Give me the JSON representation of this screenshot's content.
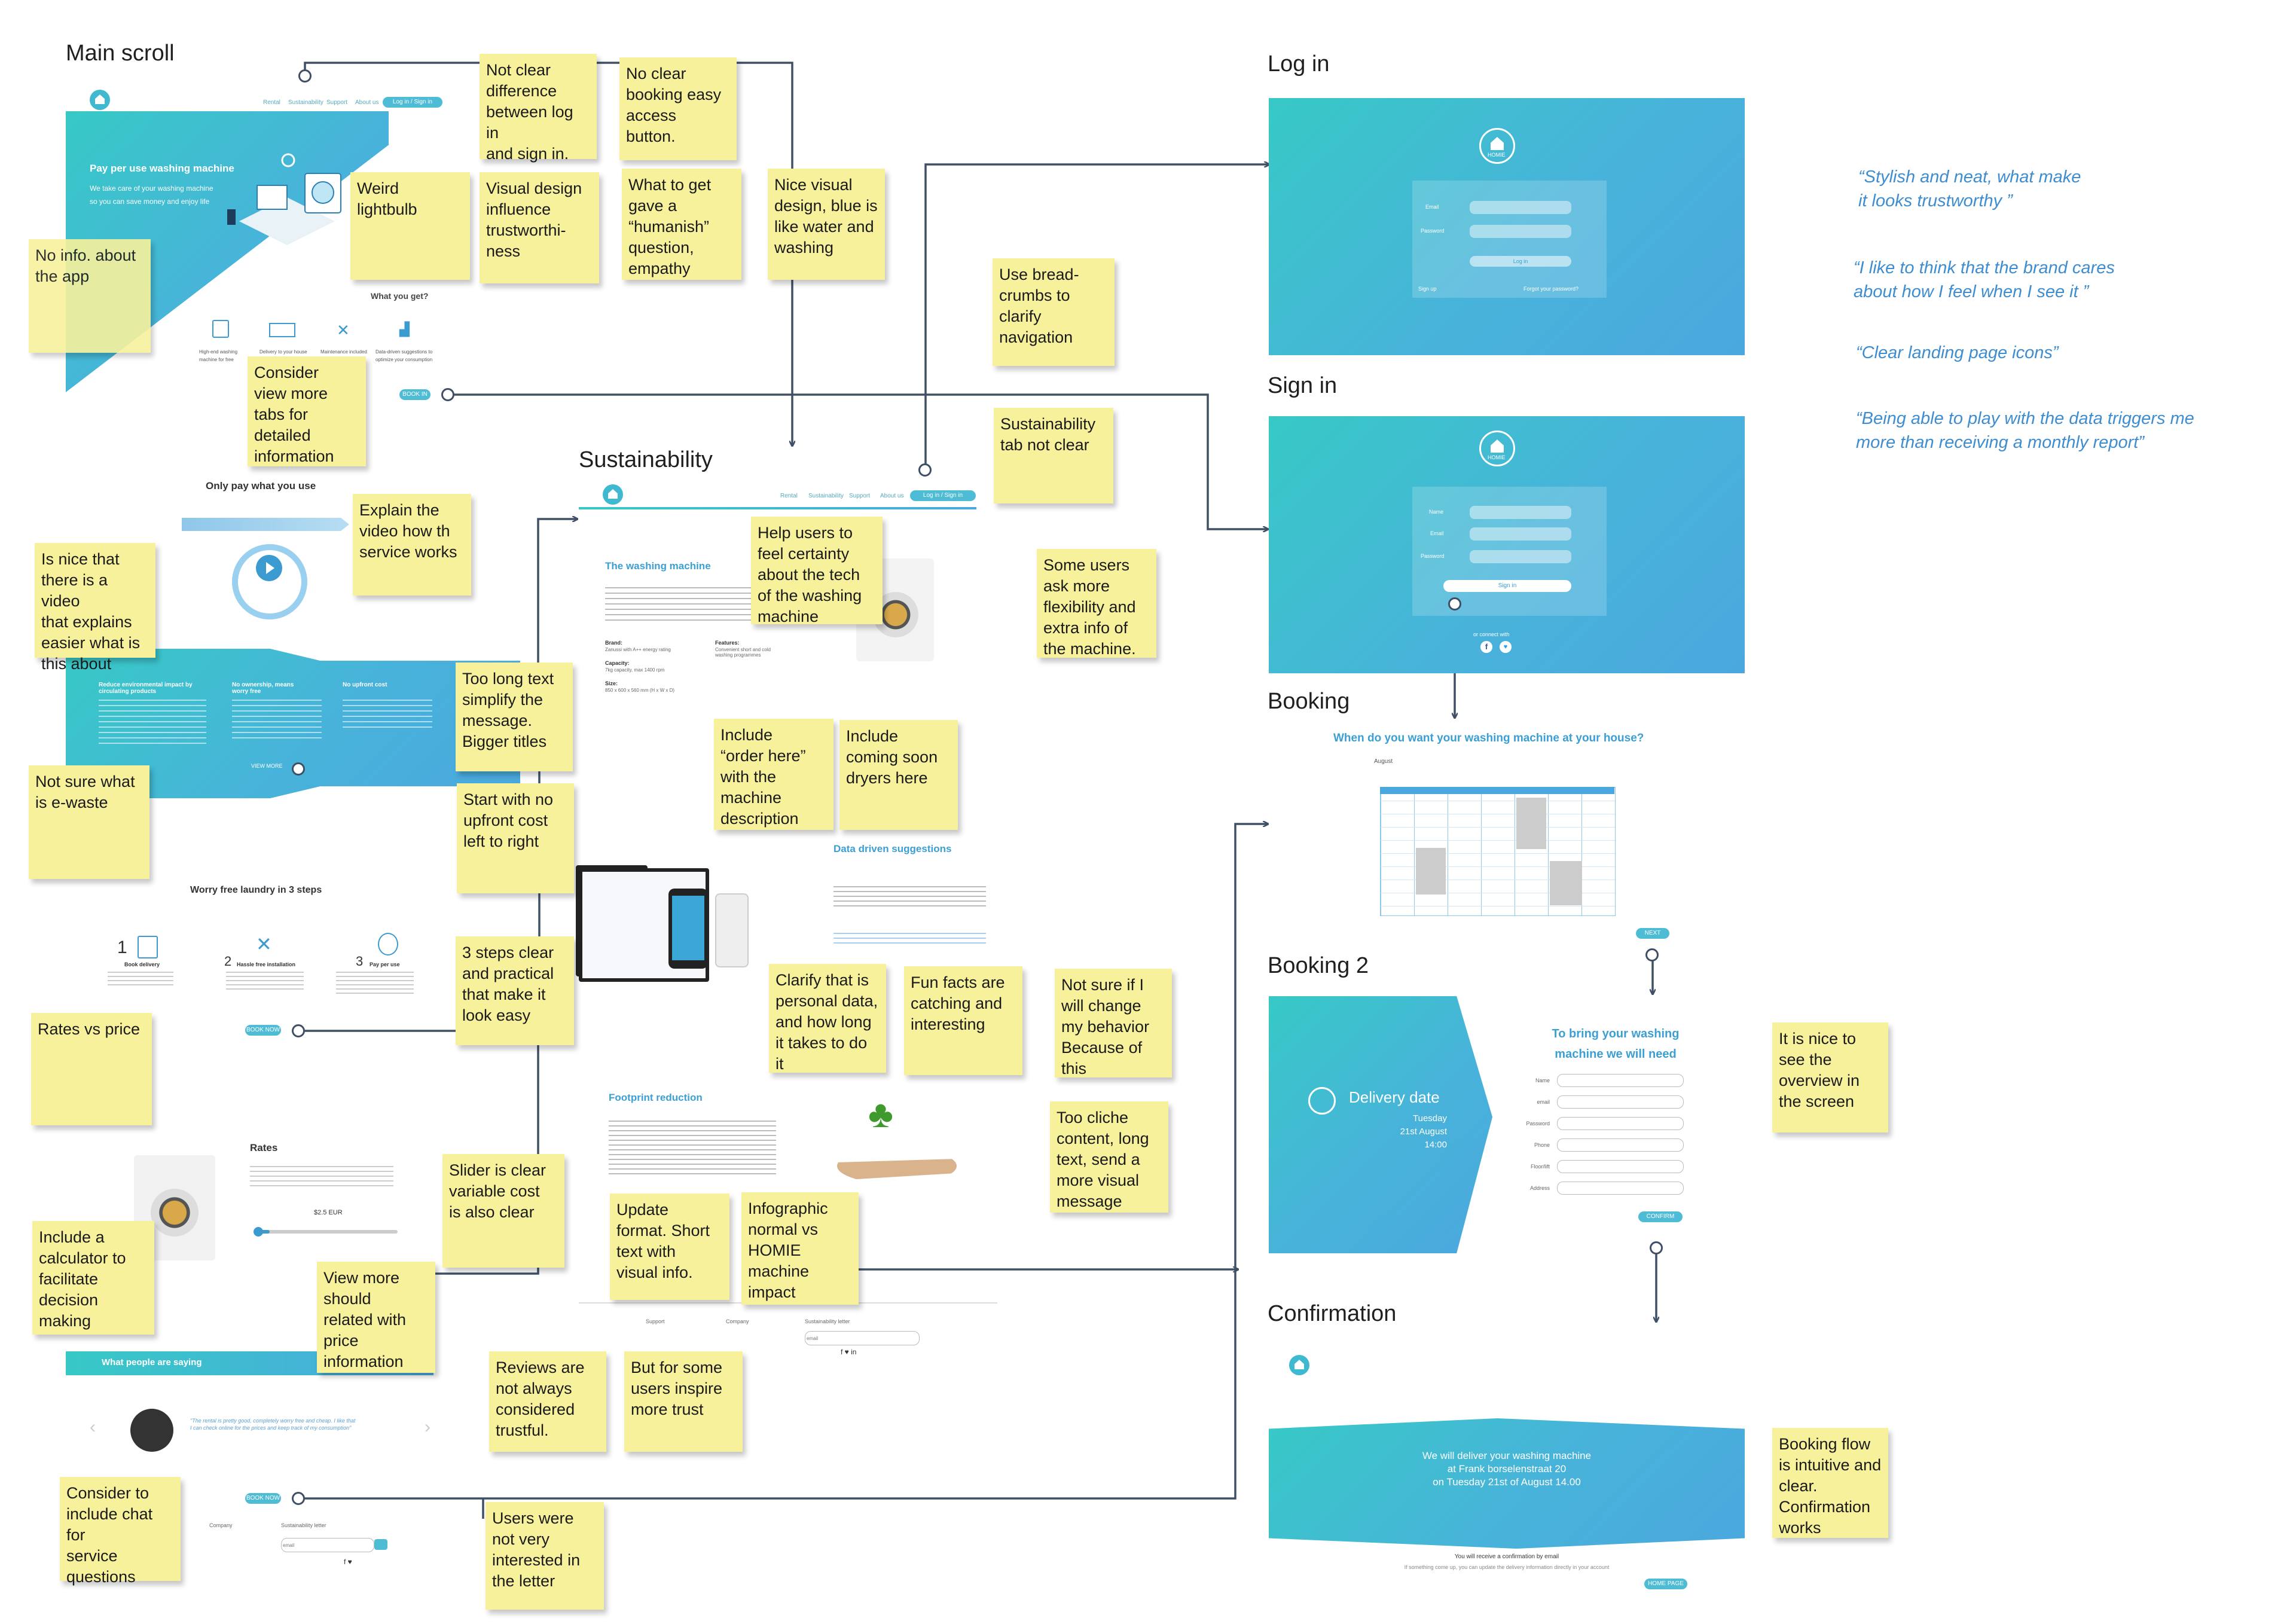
{
  "sections": {
    "main_scroll": "Main scroll",
    "log_in": "Log in",
    "sign_in": "Sign in",
    "sustainability": "Sustainability",
    "booking": "Booking",
    "booking2": "Booking 2",
    "confirmation": "Confirmation"
  },
  "mock_main": {
    "nav": [
      "Rental",
      "Sustainability",
      "Support",
      "About us"
    ],
    "login_btn": "Log in",
    "signin_btn": "Sign in",
    "hero_title": "Pay per use washing machine",
    "hero_sub": "We take care of your washing machine\nso you can save money and enjoy life",
    "what_you_get": "What you get?",
    "features": [
      "High-end washing machine for free",
      "Delivery to your house and installation",
      "Maintenance included",
      "Data-driven suggestions to optimize your consumption"
    ],
    "book_in": "BOOK IN",
    "only_pay": "Only pay what you use",
    "band_titles": [
      "Reduce environmental impact by circulating products",
      "No ownership, means worry free",
      "No upfront cost"
    ],
    "view_more": "VIEW MORE",
    "worry_free": "Worry free laundry in 3 steps",
    "steps": [
      "Book delivery",
      "Hassle free installation",
      "Pay per use"
    ],
    "book_now": "BOOK NOW",
    "rates": "Rates",
    "price": "$2.5 EUR",
    "people_saying": "What people are saying",
    "testimonial": "\"The rental is pretty good, completely worry free and cheap. I like that I can check online for the prices and keep track of my consumption\"",
    "footer_cols": [
      "Support",
      "Company",
      "Sustainability letter"
    ],
    "email_ph": "email"
  },
  "mock_sus": {
    "washing_machine": "The washing machine",
    "brand": "Brand:",
    "brand_val": "Zanussi with A++ energy rating",
    "capacity": "Capacity:",
    "capacity_val": "7kg capacity, max 1400 rpm",
    "size": "Size:",
    "size_val": "850 x 600 x 560 mm (H x W x D)",
    "features": "Features:",
    "features_val": "Convenient short and cold washing programmes",
    "data_driven": "Data driven suggestions",
    "footprint": "Footprint reduction"
  },
  "mock_login": {
    "brand": "HOMIE",
    "email": "Email",
    "password": "Password",
    "button": "Log in",
    "signup": "Sign up",
    "forgot": "Forgot your password?"
  },
  "mock_signin": {
    "brand": "HOMIE",
    "name": "Name",
    "email": "Email",
    "password": "Password",
    "button": "Sign in",
    "connect": "or connect with"
  },
  "mock_booking": {
    "question": "When do you want your washing machine at your house?",
    "month": "August",
    "next": "NEXT"
  },
  "mock_booking2": {
    "delivery": "Delivery date",
    "day": "Tuesday",
    "date": "21st August",
    "time": "14:00",
    "need_title": "To bring your washing\nmachine we will need",
    "fields": [
      "Name",
      "email",
      "Password",
      "Phone",
      "Floor/lift",
      "Address"
    ],
    "confirm": "CONFIRM"
  },
  "mock_confirm": {
    "message": "We will deliver your  washing machine\nat Frank borselenstraat 20\non Tuesday 21st of August 14.00",
    "email_note": "You will receive a confirmation by email",
    "small": "If something come up, you can update the delivery information directly in your account",
    "home": "HOME PAGE"
  },
  "notes": [
    {
      "id": "no-clear-diff",
      "text": "Not clear\ndifference\nbetween log in\nand sign in."
    },
    {
      "id": "no-clear-booking",
      "text": "No clear\nbooking easy\naccess button."
    },
    {
      "id": "weird-lightbulb",
      "text": "Weird\nlightbulb"
    },
    {
      "id": "visual-design",
      "text": "Visual design\ninfluence\ntrustworthi-\nness"
    },
    {
      "id": "what-to-get",
      "text": "What to get\ngave a\n“humanish”\nquestion,\nempathy"
    },
    {
      "id": "nice-visual",
      "text": "Nice visual\ndesign, blue is\nlike water and\nwashing"
    },
    {
      "id": "no-info",
      "text": "No info. about\nthe app"
    },
    {
      "id": "breadcrumbs",
      "text": "Use bread-\ncrumbs to\nclarify\nnavigation"
    },
    {
      "id": "consider-view-more",
      "text": "Consider\nview more\ntabs for\ndetailed\ninformation"
    },
    {
      "id": "sus-tab",
      "text": "Sustainability\ntab not clear"
    },
    {
      "id": "explain-video",
      "text": "Explain the\nvideo how th\nservice works"
    },
    {
      "id": "nice-video",
      "text": "Is nice that\nthere is a video\nthat explains\neasier what is\nthis about"
    },
    {
      "id": "help-certainty",
      "text": "Help users to\nfeel certainty\nabout the  tech\nof the washing\nmachine"
    },
    {
      "id": "flexibility",
      "text": "Some users\nask more\nflexibility and\nextra info of\nthe machine."
    },
    {
      "id": "too-long",
      "text": "Too long text\nsimplify the\nmessage.\nBigger titles"
    },
    {
      "id": "ewaste",
      "text": "Not sure what\nis e-waste"
    },
    {
      "id": "order-here",
      "text": "Include\n“order here”\nwith the\nmachine\ndescription"
    },
    {
      "id": "dryers",
      "text": "Include\ncoming soon\ndryers here"
    },
    {
      "id": "upfront",
      "text": "Start with no\nupfront cost\nleft to right"
    },
    {
      "id": "three-steps",
      "text": "3 steps clear\nand practical\nthat make it\nlook easy"
    },
    {
      "id": "personal-data",
      "text": "Clarify that is\npersonal data,\nand how long\nit takes to do it"
    },
    {
      "id": "fun-facts",
      "text": "Fun facts  are\ncatching and\ninteresting"
    },
    {
      "id": "not-sure-change",
      "text": "Not sure if I\nwill change\nmy behavior\nBecause of\nthis"
    },
    {
      "id": "rates-vs-price",
      "text": "Rates vs price"
    },
    {
      "id": "too-cliche",
      "text": "Too cliche\ncontent, long\ntext, send a\nmore visual\nmessage"
    },
    {
      "id": "slider",
      "text": "Slider is clear\nvariable cost\nis also clear"
    },
    {
      "id": "calculator",
      "text": "Include a\ncalculator to\nfacilitate\ndecision\nmaking"
    },
    {
      "id": "update-format",
      "text": "Update\nformat. Short\ntext with\nvisual info."
    },
    {
      "id": "infographic",
      "text": "Infographic\nnormal vs\nHOMIE\nmachine\nimpact"
    },
    {
      "id": "view-more-price",
      "text": "View more\nshould\nrelated with\nprice\ninformation"
    },
    {
      "id": "reviews",
      "text": "Reviews are\nnot always\nconsidered\ntrustful."
    },
    {
      "id": "some-users-trust",
      "text": "But for some\nusers inspire\nmore trust"
    },
    {
      "id": "chat",
      "text": "Consider to\ninclude chat for\nservice\nquestions"
    },
    {
      "id": "newsletter",
      "text": "Users were\nnot very\ninterested in\nthe letter"
    },
    {
      "id": "overview",
      "text": "It is nice to\nsee the\noverview  in\nthe screen"
    },
    {
      "id": "booking-flow",
      "text": "Booking flow\nis intuitive and\nclear.\nConfirmation\nworks"
    }
  ],
  "quotes": [
    "“Stylish and neat, what make\n it looks trustworthy ”",
    "“I like to think that the brand cares\nabout how I feel when I see it ”",
    "“Clear landing page icons”",
    "“Being able to play with the data triggers me\nmore than receiving a monthly report”"
  ]
}
